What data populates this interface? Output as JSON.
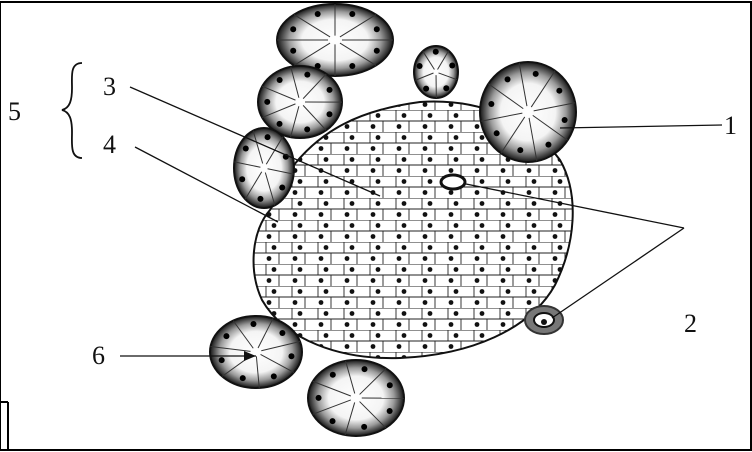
{
  "labels": {
    "l1": "1",
    "l2": "2",
    "l3": "3",
    "l4": "4",
    "l5": "5",
    "l6": "6"
  },
  "colors": {
    "ink": "#111111",
    "cell_fill": "#ffffff",
    "acinus_dark": "#141414",
    "frame": "#000000"
  }
}
